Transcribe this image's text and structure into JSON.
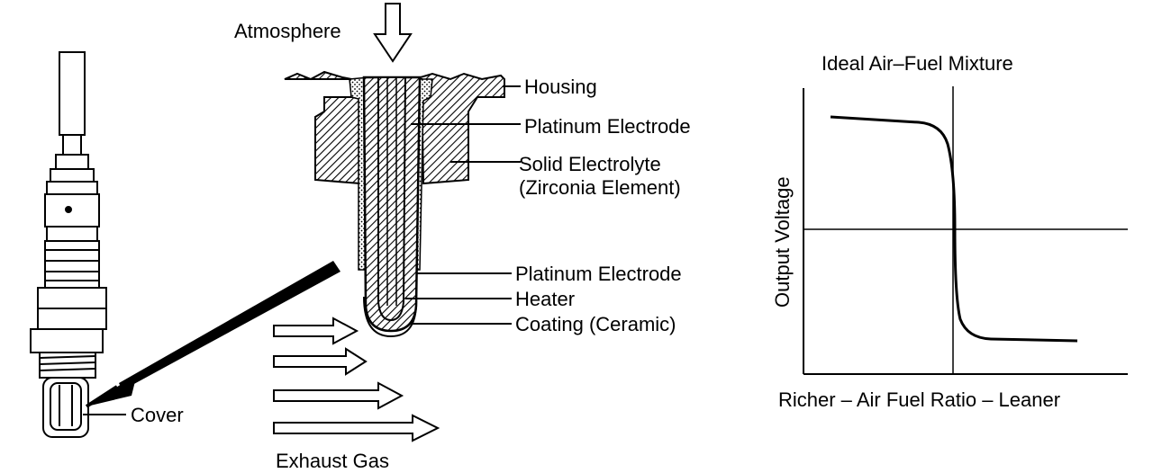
{
  "diagram": {
    "labels": {
      "atmosphere": "Atmosphere",
      "housing": "Housing",
      "platinum_electrode_1": "Platinum Electrode",
      "solid_electrolyte_1": "Solid Electrolyte",
      "solid_electrolyte_2": "(Zirconia Element)",
      "platinum_electrode_2": "Platinum Electrode",
      "heater": "Heater",
      "coating": "Coating (Ceramic)",
      "cover": "Cover",
      "exhaust_gas": "Exhaust Gas"
    },
    "graph": {
      "title": "Ideal Air–Fuel Mixture",
      "ylabel": "Output Voltage",
      "xlabel": "Richer – Air Fuel Ratio – Leaner"
    }
  }
}
